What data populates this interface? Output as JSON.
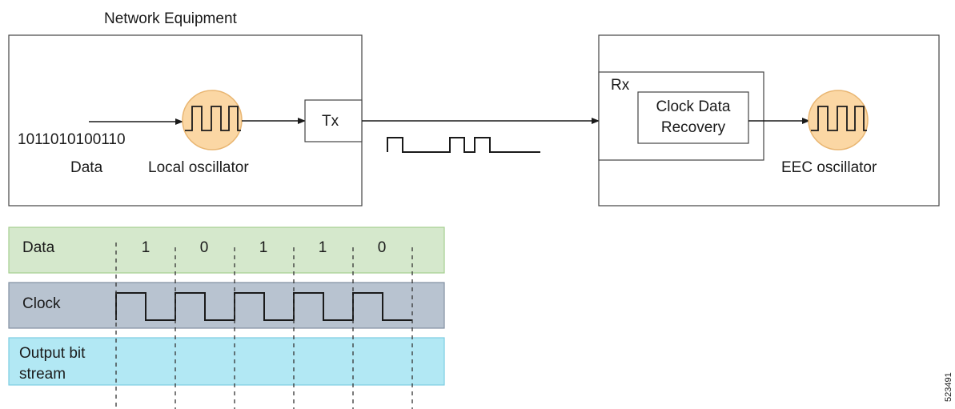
{
  "network_equipment": {
    "title": "Network Equipment",
    "data_bits": "1011010100110",
    "data_label": "Data",
    "local_oscillator_label": "Local oscillator",
    "tx_label": "Tx"
  },
  "receiver": {
    "rx_label": "Rx",
    "cdr_label_line1": "Clock Data",
    "cdr_label_line2": "Recovery",
    "eec_oscillator_label": "EEC oscillator"
  },
  "timing": {
    "data_row_label": "Data",
    "clock_row_label": "Clock",
    "output_row_label_line1": "Output bit",
    "output_row_label_line2": "stream",
    "bits": [
      "1",
      "0",
      "1",
      "1",
      "0"
    ]
  },
  "figure_id": "523491",
  "colors": {
    "oscillator_fill": "#fbd7a4",
    "oscillator_stroke": "#e9b672",
    "data_row": "#d5e8cc",
    "data_row_border": "#a5cf8f",
    "clock_row": "#b8c3d0",
    "clock_row_border": "#8190a2",
    "output_row": "#b2e8f4",
    "output_row_border": "#7ccde2"
  },
  "icons": {
    "oscillator": "square-wave-icon"
  }
}
